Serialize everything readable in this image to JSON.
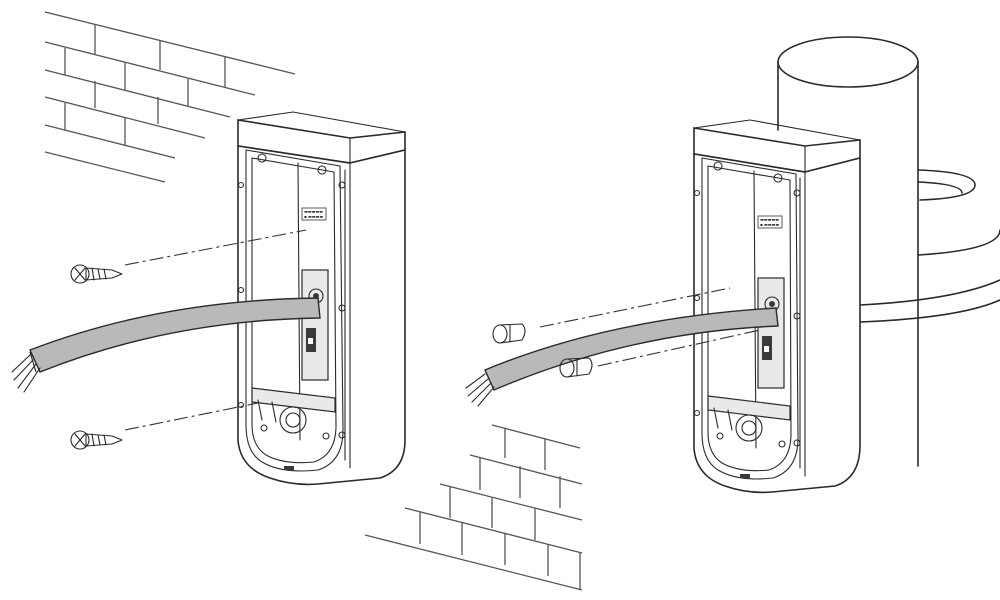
{
  "figure": {
    "panels": [
      {
        "id": "wall-mount",
        "mount_surface": "brick-wall",
        "fasteners": "wood-screws",
        "fastener_count": 2
      },
      {
        "id": "pole-mount",
        "mount_surface": "pole",
        "fasteners": "machine-screws",
        "fastener_count": 2
      }
    ],
    "housing_label_lines": [
      "▬▬▬▬▬",
      "▪ ▬▬▬▬"
    ],
    "colors": {
      "line": "#2a2a2a",
      "cable": "#b9b9b9",
      "background": "#ffffff"
    },
    "icons": [
      "brick-wall-icon",
      "pole-icon",
      "screw-icon",
      "cable-icon",
      "housing-icon"
    ]
  }
}
